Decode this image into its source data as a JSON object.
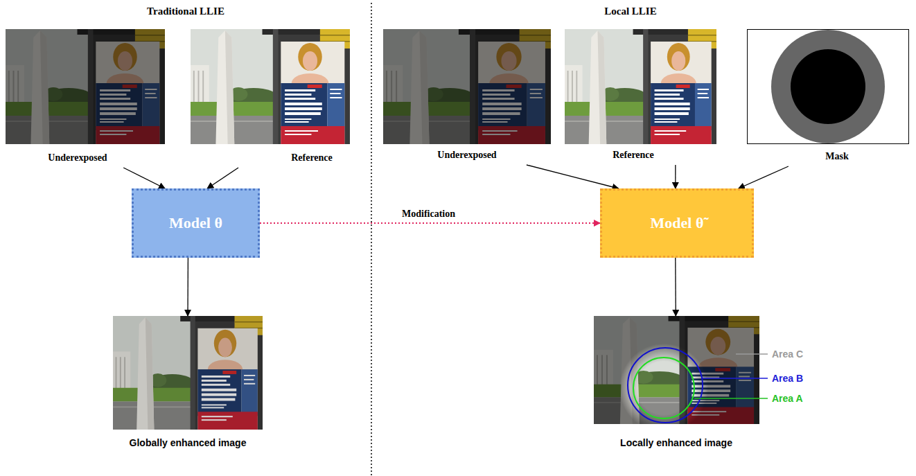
{
  "diagram": {
    "nodes": [
      {
        "text": [
          "Underexposed"
        ]
      },
      {
        "text": [
          "Reference"
        ]
      },
      {
        "text": [
          "Model θ"
        ]
      },
      {
        "text": [
          "Globally enhanced image"
        ]
      },
      {
        "text": [
          "Underexposed"
        ]
      },
      {
        "text": [
          "Reference"
        ]
      },
      {
        "text": [
          "Mask"
        ]
      },
      {
        "text": [
          "Model θ̃"
        ]
      },
      {
        "text": [
          "Locally enhanced image"
        ]
      }
    ],
    "edges": [
      {
        "from": 0,
        "to": 2,
        "arrow": "to"
      },
      {
        "from": 1,
        "to": 2,
        "arrow": "to"
      },
      {
        "from": 2,
        "to": 3,
        "arrow": "to"
      },
      {
        "from": 2,
        "to": 7,
        "label": "Modification",
        "arrow": "to"
      },
      {
        "from": 4,
        "to": 7,
        "arrow": "to"
      },
      {
        "from": 5,
        "to": 7,
        "arrow": "to"
      },
      {
        "from": 6,
        "to": 7,
        "arrow": "to"
      },
      {
        "from": 7,
        "to": 8,
        "arrow": "to"
      }
    ],
    "labels": [
      "Traditional LLIE",
      "Local LLIE",
      "Area C",
      "Area B",
      "Area A"
    ]
  }
}
